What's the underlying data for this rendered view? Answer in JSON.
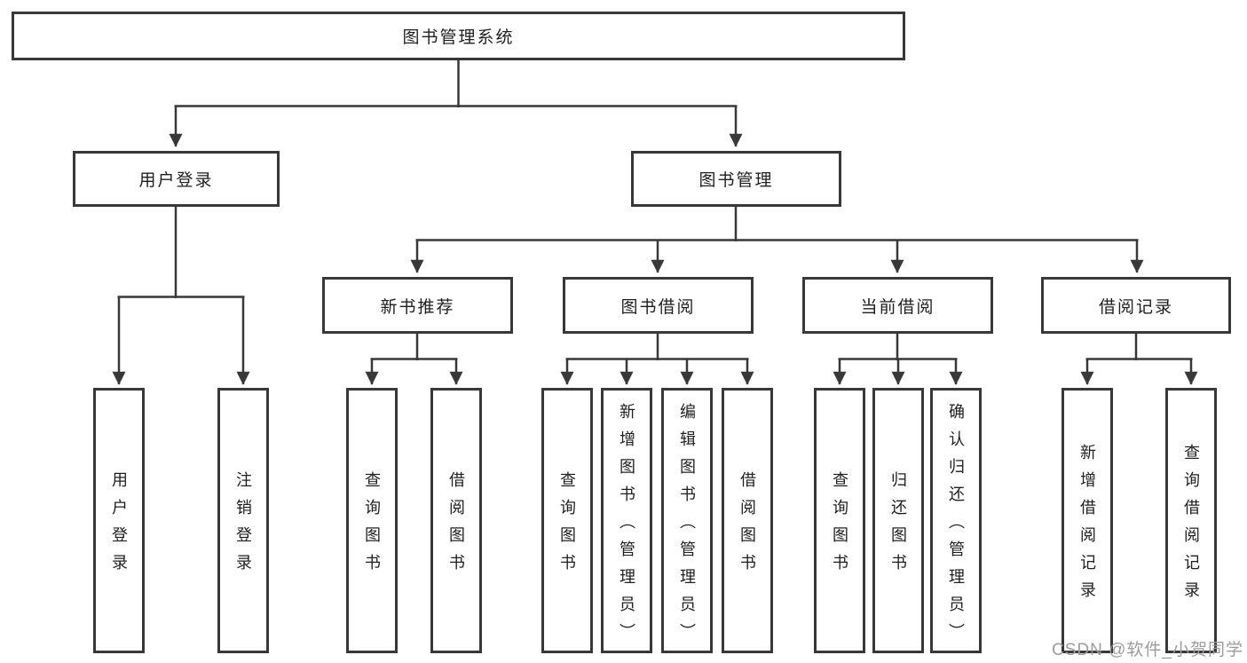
{
  "tree": {
    "label": "图书管理系统",
    "children": [
      {
        "label": "用户登录",
        "children": [
          {
            "label": "用户登录"
          },
          {
            "label": "注销登录"
          }
        ]
      },
      {
        "label": "图书管理",
        "children": [
          {
            "label": "新书推荐",
            "children": [
              {
                "label": "查询图书"
              },
              {
                "label": "借阅图书"
              }
            ]
          },
          {
            "label": "图书借阅",
            "children": [
              {
                "label": "查询图书"
              },
              {
                "label": "新增图书（管理员）"
              },
              {
                "label": "编辑图书（管理员）"
              },
              {
                "label": "借阅图书"
              }
            ]
          },
          {
            "label": "当前借阅",
            "children": [
              {
                "label": "查询图书"
              },
              {
                "label": "归还图书"
              },
              {
                "label": "确认归还（管理员）"
              }
            ]
          },
          {
            "label": "借阅记录",
            "children": [
              {
                "label": "新增借阅记录"
              },
              {
                "label": "查询借阅记录"
              }
            ]
          }
        ]
      }
    ]
  },
  "watermark": {
    "text": "CSDN @软件_小贺同学",
    "color": "#9c9c9c"
  },
  "style": {
    "line_color": "#383838",
    "box_border_color": "#383838",
    "text_color": "#1f1f1f",
    "background": "#ffffff"
  }
}
